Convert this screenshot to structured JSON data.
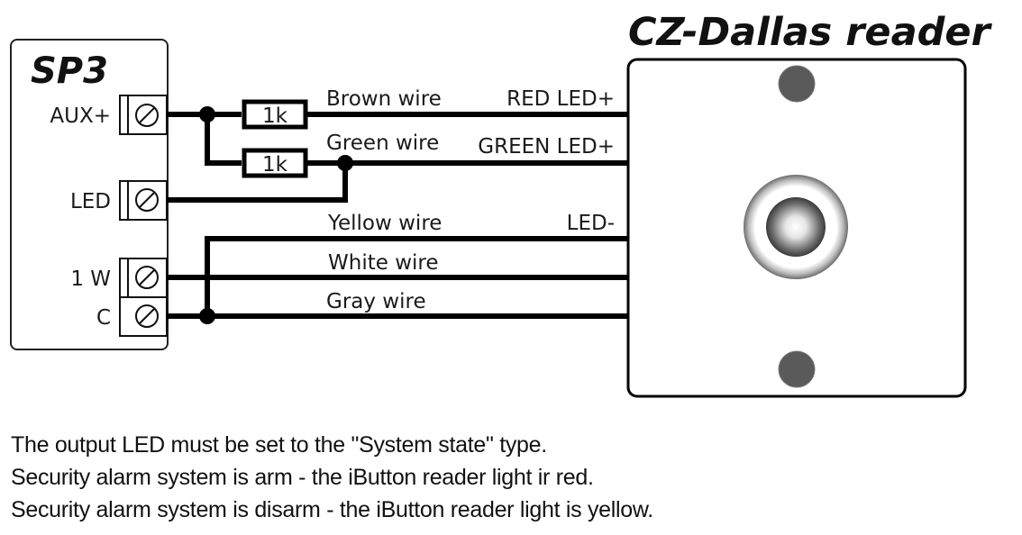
{
  "controller": {
    "title": "SP3",
    "terminals": [
      {
        "label": "AUX+"
      },
      {
        "label": "LED"
      },
      {
        "label": "1 W"
      },
      {
        "label": "C"
      }
    ]
  },
  "resistors": [
    {
      "label": "1k"
    },
    {
      "label": "1k"
    }
  ],
  "wires": [
    {
      "name": "Brown wire",
      "reader_pin": "RED LED+"
    },
    {
      "name": "Green wire",
      "reader_pin": "GREEN LED+"
    },
    {
      "name": "Yellow wire",
      "reader_pin": "LED-"
    },
    {
      "name": "White wire",
      "reader_pin": ""
    },
    {
      "name": "Gray wire",
      "reader_pin": ""
    }
  ],
  "reader": {
    "title": "CZ-Dallas reader"
  },
  "notes": [
    "The output LED must be set to the \"System state\" type.",
    "Security alarm system is arm - the iButton reader light ir red.",
    "Security alarm system is disarm - the iButton reader light is yellow."
  ],
  "colors": {
    "line": "#000000",
    "screw_dot": "#5a5a5a",
    "box_border": "#222222"
  }
}
